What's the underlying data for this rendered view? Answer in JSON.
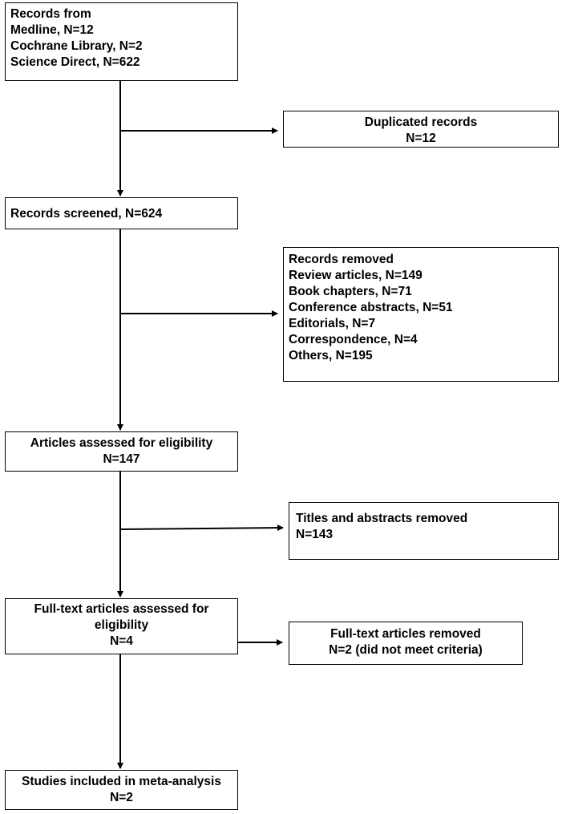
{
  "flow": {
    "identification": {
      "lines": [
        "Records from",
        "Medline, N=12",
        "Cochrane Library, N=2",
        "Science Direct, N=622"
      ]
    },
    "duplicates": {
      "lines": [
        "Duplicated records",
        "N=12"
      ]
    },
    "screened": {
      "lines": [
        "Records screened, N=624"
      ]
    },
    "removed": {
      "lines": [
        "Records removed",
        "Review articles, N=149",
        "Book chapters, N=71",
        "Conference abstracts, N=51",
        "Editorials, N=7",
        "Correspondence, N=4",
        "Others, N=195"
      ]
    },
    "eligibility": {
      "lines": [
        "Articles assessed for eligibility",
        "N=147"
      ]
    },
    "titles_removed": {
      "lines": [
        "Titles and abstracts removed",
        "N=143"
      ]
    },
    "fulltext": {
      "lines": [
        "Full-text articles assessed for",
        "eligibility",
        "N=4"
      ]
    },
    "fulltext_removed": {
      "lines": [
        "Full-text articles removed",
        "N=2 (did not meet criteria)"
      ]
    },
    "included": {
      "lines": [
        "Studies included in meta-analysis",
        "N=2"
      ]
    }
  }
}
